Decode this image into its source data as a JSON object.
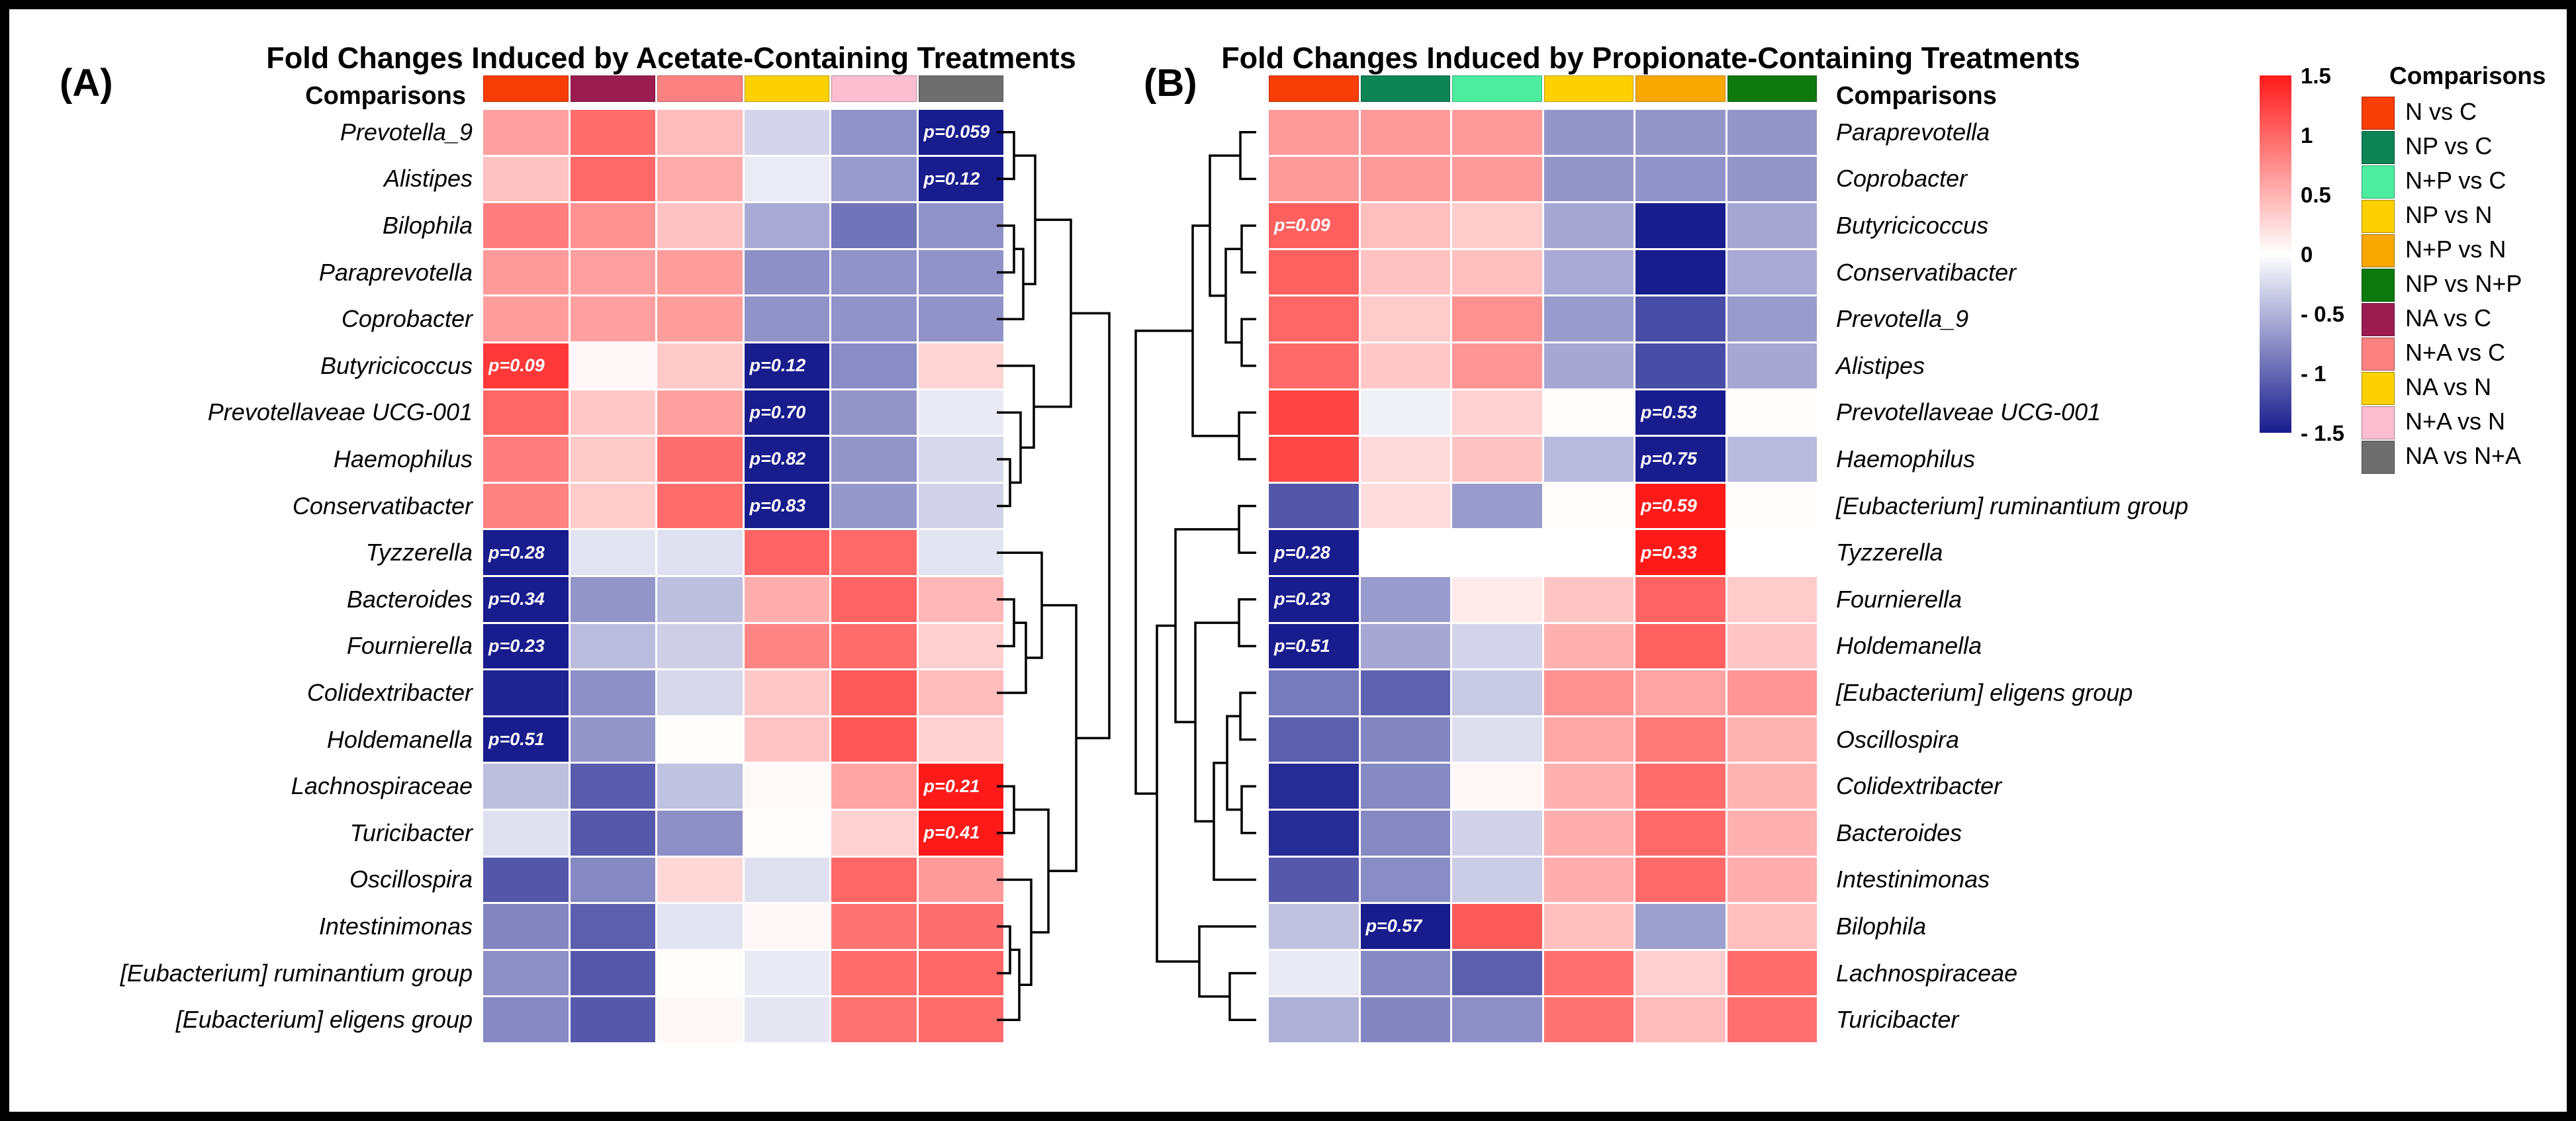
{
  "figure": {
    "panelA": {
      "letter": "(A)",
      "title": "Fold Changes Induced by Acetate-Containing Treatments",
      "comparisons_label": "Comparisons"
    },
    "panelB": {
      "letter": "(B)",
      "title": "Fold Changes Induced by Propionate-Containing Treatments",
      "comparisons_label": "Comparisons"
    },
    "legend": {
      "title": "Comparisons",
      "colorbar_ticks": [
        "1.5",
        "1",
        "0.5",
        "0",
        "- 0.5",
        "- 1",
        "- 1.5"
      ],
      "colorbar_top_color": "#ff1a1a",
      "colorbar_mid_color": "#ffffff",
      "colorbar_bottom_color": "#181c8c",
      "items": [
        {
          "label": "N vs C",
          "color": "#f93d06"
        },
        {
          "label": "NP vs C",
          "color": "#0d8356"
        },
        {
          "label": "N+P vs C",
          "color": "#4dedA0"
        },
        {
          "label": "NP vs N",
          "color": "#fdd100"
        },
        {
          "label": "N+P vs N",
          "color": "#f8a800"
        },
        {
          "label": "NP vs N+P",
          "color": "#0d7a10"
        },
        {
          "label": "NA vs C",
          "color": "#9c1c50"
        },
        {
          "label": "N+A vs C",
          "color": "#fb8280"
        },
        {
          "label": "NA vs N",
          "color": "#fdd100"
        },
        {
          "label": "N+A vs N",
          "color": "#fcbed0"
        },
        {
          "label": "NA vs N+A",
          "color": "#6e6e6e"
        }
      ]
    }
  },
  "chart_data": [
    {
      "type": "heatmap",
      "title": "Fold Changes Induced by Acetate-Containing Treatments",
      "panel": "A",
      "xlabel": "",
      "ylabel": "",
      "zlim": [
        -1.5,
        1.5
      ],
      "colormap": "blue-white-red",
      "grid": true,
      "legend_position": "right",
      "columns": [
        "N vs C",
        "NA vs C",
        "N+A vs C",
        "NA vs N",
        "N+A vs N",
        "NA vs N+A"
      ],
      "column_colors": [
        "#f93d06",
        "#9c1c50",
        "#fb8280",
        "#fdd100",
        "#fcbed0",
        "#6e6e6e"
      ],
      "rows": [
        "Prevotella_9",
        "Alistipes",
        "Bilophila",
        "Paraprevotella",
        "Coprobacter",
        "Butyricicoccus",
        "Prevotellaveae UCG-001",
        "Haemophilus",
        "Conservatibacter",
        "Tyzzerella",
        "Bacteroides",
        "Fournierella",
        "Colidextribacter",
        "Holdemanella",
        "Lachnospiraceae",
        "Turicibacter",
        "Oscillospira",
        "Intestinimonas",
        "[Eubacterium] ruminantium group",
        "[Eubacterium] eligens group"
      ],
      "values": [
        [
          0.62,
          0.96,
          0.44,
          -0.28,
          -0.72,
          -1.5
        ],
        [
          0.4,
          0.98,
          0.55,
          -0.13,
          -0.66,
          -1.5
        ],
        [
          0.85,
          0.72,
          0.4,
          -0.56,
          -0.92,
          -0.72
        ],
        [
          0.66,
          0.62,
          0.64,
          -0.74,
          -0.72,
          -0.72
        ],
        [
          0.64,
          0.62,
          0.64,
          -0.72,
          -0.72,
          -0.72
        ],
        [
          1.3,
          0.05,
          0.35,
          -1.5,
          -0.76,
          0.28
        ],
        [
          1.0,
          0.36,
          0.62,
          -1.5,
          -0.7,
          -0.14
        ],
        [
          0.85,
          0.35,
          0.95,
          -1.5,
          -0.7,
          -0.26
        ],
        [
          0.82,
          0.34,
          0.96,
          -1.5,
          -0.68,
          -0.3
        ],
        [
          -1.5,
          -0.18,
          -0.2,
          1.02,
          0.98,
          -0.18
        ],
        [
          -1.5,
          -0.7,
          -0.42,
          0.54,
          1.02,
          0.48
        ],
        [
          -1.5,
          -0.44,
          -0.32,
          0.8,
          0.96,
          0.32
        ],
        [
          -1.45,
          -0.74,
          -0.26,
          0.36,
          1.08,
          0.44
        ],
        [
          -1.5,
          -0.7,
          0.02,
          0.38,
          1.1,
          0.3
        ],
        [
          -0.42,
          -1.08,
          -0.4,
          0.04,
          0.6,
          1.5
        ],
        [
          -0.2,
          -1.1,
          -0.74,
          0.02,
          0.3,
          1.5
        ],
        [
          -1.12,
          -0.78,
          0.26,
          -0.2,
          1.0,
          0.66
        ],
        [
          -0.8,
          -1.06,
          -0.18,
          0.05,
          0.92,
          0.95
        ],
        [
          -0.74,
          -1.1,
          0.02,
          -0.14,
          0.96,
          1.0
        ],
        [
          -0.78,
          -1.1,
          0.06,
          -0.16,
          0.92,
          0.96
        ]
      ],
      "annotations": [
        {
          "row": "Prevotella_9",
          "col": "NA vs N+A",
          "text": "p=0.059"
        },
        {
          "row": "Alistipes",
          "col": "NA vs N+A",
          "text": "p=0.12"
        },
        {
          "row": "Butyricicoccus",
          "col": "N vs C",
          "text": "p=0.09"
        },
        {
          "row": "Butyricicoccus",
          "col": "NA vs N",
          "text": "p=0.12"
        },
        {
          "row": "Prevotellaveae UCG-001",
          "col": "NA vs N",
          "text": "p=0.70"
        },
        {
          "row": "Haemophilus",
          "col": "NA vs N",
          "text": "p=0.82"
        },
        {
          "row": "Conservatibacter",
          "col": "NA vs N",
          "text": "p=0.83"
        },
        {
          "row": "Tyzzerella",
          "col": "N vs C",
          "text": "p=0.28"
        },
        {
          "row": "Bacteroides",
          "col": "N vs C",
          "text": "p=0.34"
        },
        {
          "row": "Fournierella",
          "col": "N vs C",
          "text": "p=0.23"
        },
        {
          "row": "Holdemanella",
          "col": "N vs C",
          "text": "p=0.51"
        },
        {
          "row": "Lachnospiraceae",
          "col": "NA vs N+A",
          "text": "p=0.21"
        },
        {
          "row": "Turicibacter",
          "col": "NA vs N+A",
          "text": "p=0.41"
        }
      ]
    },
    {
      "type": "heatmap",
      "title": "Fold Changes Induced by Propionate-Containing Treatments",
      "panel": "B",
      "xlabel": "",
      "ylabel": "",
      "zlim": [
        -1.5,
        1.5
      ],
      "colormap": "blue-white-red",
      "grid": true,
      "legend_position": "right",
      "columns": [
        "N vs C",
        "NP vs C",
        "N+P vs C",
        "NP vs N",
        "N+P vs N",
        "NP vs N+P"
      ],
      "column_colors": [
        "#f93d06",
        "#0d8356",
        "#4dedA0",
        "#fdd100",
        "#f8a800",
        "#0d7a10"
      ],
      "rows": [
        "Paraprevotella",
        "Coprobacter",
        "Butyricicoccus",
        "Conservatibacter",
        "Prevotella_9",
        "Alistipes",
        "Prevotellaveae UCG-001",
        "Haemophilus",
        "[Eubacterium] ruminantium group",
        "Tyzzerella",
        "Fournierella",
        "Holdemanella",
        "[Eubacterium] eligens group",
        "Oscillospira",
        "Colidextribacter",
        "Bacteroides",
        "Intestinimonas",
        "Bilophila",
        "Lachnospiraceae",
        "Turicibacter"
      ],
      "values": [
        [
          0.66,
          0.66,
          0.66,
          -0.7,
          -0.7,
          -0.7
        ],
        [
          0.66,
          0.66,
          0.66,
          -0.7,
          -0.72,
          -0.7
        ],
        [
          1.05,
          0.42,
          0.34,
          -0.58,
          -1.5,
          -0.58
        ],
        [
          1.04,
          0.4,
          0.42,
          -0.56,
          -1.5,
          -0.56
        ],
        [
          1.0,
          0.34,
          0.72,
          -0.66,
          -1.18,
          -0.66
        ],
        [
          0.98,
          0.36,
          0.7,
          -0.58,
          -1.18,
          -0.58
        ],
        [
          1.22,
          -0.1,
          0.3,
          0.02,
          -1.5,
          0.02
        ],
        [
          1.2,
          0.24,
          0.4,
          -0.46,
          -1.5,
          -0.46
        ],
        [
          -1.12,
          0.22,
          -0.66,
          0.02,
          1.5,
          0.02
        ],
        [
          -1.5,
          0.0,
          0.0,
          0.0,
          1.5,
          0.0
        ],
        [
          -1.5,
          -0.66,
          0.14,
          0.38,
          1.02,
          0.34
        ],
        [
          -1.5,
          -0.58,
          -0.28,
          0.52,
          1.04,
          0.38
        ],
        [
          -0.88,
          -1.04,
          -0.36,
          0.72,
          0.6,
          0.7
        ],
        [
          -1.06,
          -0.8,
          -0.22,
          0.58,
          0.88,
          0.5
        ],
        [
          -1.4,
          -0.78,
          0.06,
          0.52,
          0.96,
          0.5
        ],
        [
          -1.4,
          -0.78,
          -0.3,
          0.54,
          0.98,
          0.52
        ],
        [
          -1.1,
          -0.76,
          -0.34,
          0.54,
          0.98,
          0.54
        ],
        [
          -0.4,
          -1.5,
          1.08,
          0.42,
          -0.64,
          0.42
        ],
        [
          -0.14,
          -0.78,
          -1.06,
          0.94,
          0.32,
          0.96
        ],
        [
          -0.52,
          -0.8,
          -0.74,
          0.92,
          0.44,
          0.94
        ]
      ],
      "annotations": [
        {
          "row": "Butyricicoccus",
          "col": "N vs C",
          "text": "p=0.09"
        },
        {
          "row": "Prevotellaveae UCG-001",
          "col": "N+P vs N",
          "text": "p=0.53"
        },
        {
          "row": "Haemophilus",
          "col": "N+P vs N",
          "text": "p=0.75"
        },
        {
          "row": "[Eubacterium] ruminantium group",
          "col": "N+P vs N",
          "text": "p=0.59"
        },
        {
          "row": "Tyzzerella",
          "col": "N vs C",
          "text": "p=0.28"
        },
        {
          "row": "Tyzzerella",
          "col": "N+P vs N",
          "text": "p=0.33"
        },
        {
          "row": "Fournierella",
          "col": "N vs C",
          "text": "p=0.23"
        },
        {
          "row": "Holdemanella",
          "col": "N vs C",
          "text": "p=0.51"
        },
        {
          "row": "Bilophila",
          "col": "NP vs C",
          "text": "p=0.57"
        }
      ]
    }
  ]
}
